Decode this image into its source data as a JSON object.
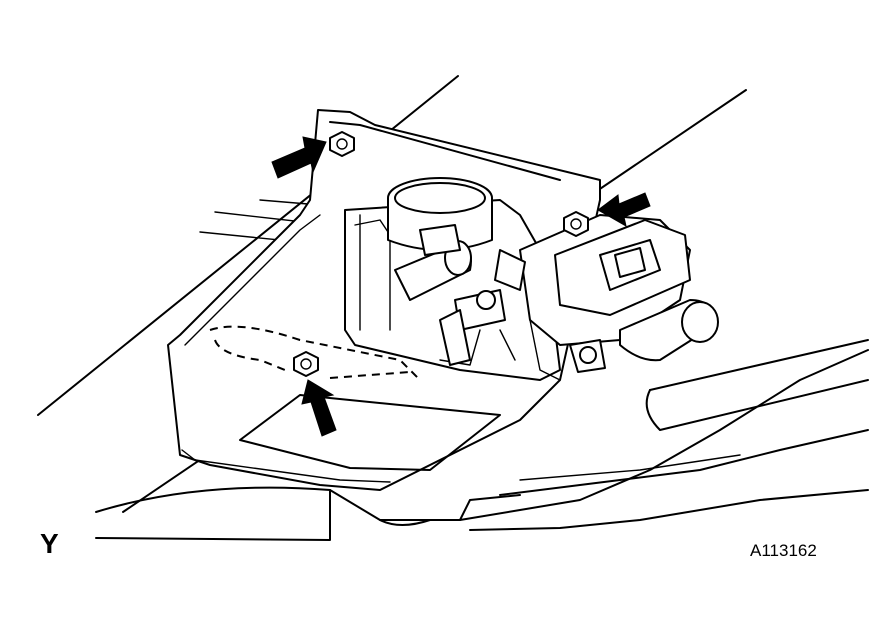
{
  "figure": {
    "view_label": "Y",
    "figure_id": "A113162",
    "arrow_count": 3,
    "line_color": "#000000",
    "background": "#ffffff"
  }
}
